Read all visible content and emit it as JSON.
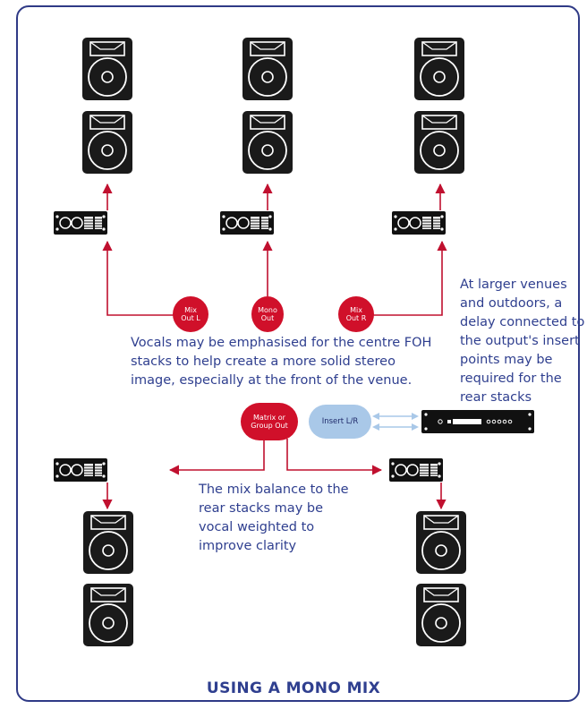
{
  "title": "USING A MONO MIX",
  "nodes": {
    "mix_out_l": "Mix Out L",
    "mono_out": "Mono Out",
    "mix_out_r": "Mix Out R",
    "matrix_group_out": "Matrix or Group Out",
    "insert_lr": "Insert L/R"
  },
  "notes": {
    "vocals": "Vocals may be emphasised for the centre FOH stacks to help create a more solid stereo image, especially at the front of the venue.",
    "delay": "At larger venues and outdoors, a delay connected to the output's insert points may be required for the rear stacks",
    "mix_balance": "The mix balance to the rear stacks may be vocal weighted to improve clarity"
  },
  "colors": {
    "frame": "#2f3a86",
    "text": "#2f3f8f",
    "signal": "#c0102f",
    "node": "#d0102a",
    "insert": "#a9c8e8",
    "speaker": "#1a1a1a"
  }
}
